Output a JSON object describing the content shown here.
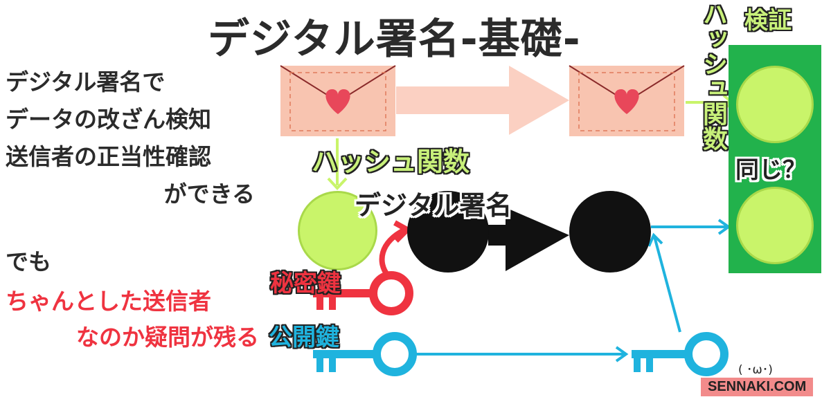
{
  "title": "デジタル署名-基礎-",
  "description_lines": [
    "デジタル署名で",
    "データの改ざん検知",
    "送信者の正当性確認",
    "ができる"
  ],
  "note_de": "でも",
  "warning_lines": [
    "ちゃんとした送信者",
    "なのか疑問が残る"
  ],
  "labels": {
    "hash_function": "ハッシュ関数",
    "hash_function_vertical": "ハッシュ関数",
    "digital_signature": "デジタル署名",
    "private_key": "秘密鍵",
    "public_key": "公開鍵",
    "verify": "検証",
    "same_question": "同じ？"
  },
  "brand": {
    "site": "SENNAKI.COM",
    "face": "( ･ω･)"
  },
  "icons": [
    "envelope-heart-icon",
    "arrow-right-icon",
    "key-icon"
  ],
  "colors": {
    "envelope": "#f8c4b0",
    "heart": "#e8475a",
    "lime": "#c9f46a",
    "green_panel": "#22b24c",
    "red": "#ef3340",
    "blue": "#1fb3de",
    "arrow_pink": "#fbd0c2"
  }
}
